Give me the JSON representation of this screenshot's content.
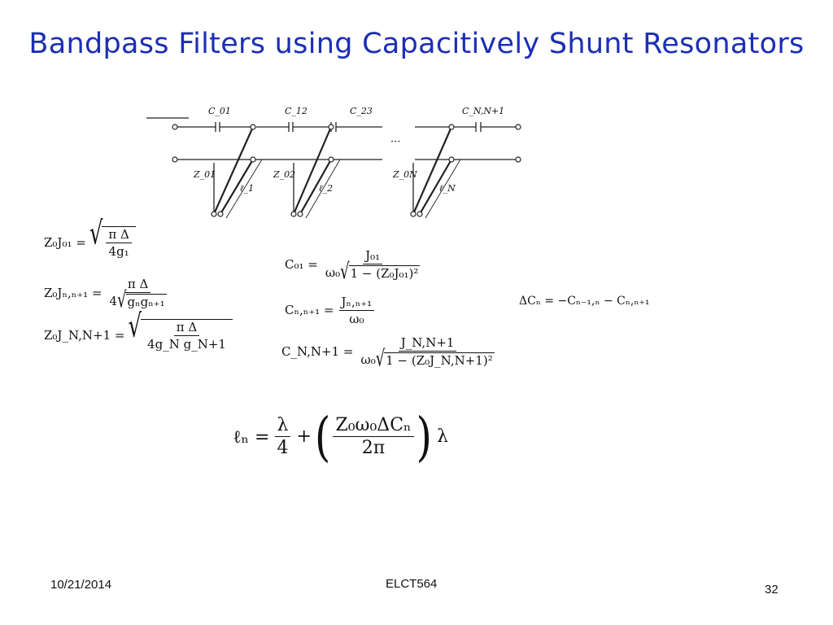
{
  "title": "Bandpass Filters using Capacitively Shunt Resonators",
  "diagram": {
    "capacitor_labels": [
      "C_01",
      "C_12",
      "C_23",
      "C_N,N+1"
    ],
    "impedance_labels": [
      "Z_01",
      "Z_02",
      "Z_0N"
    ],
    "length_labels": [
      "ℓ_1",
      "ℓ_2",
      "ℓ_N"
    ],
    "ellipsis": "···"
  },
  "equations": {
    "zj01_lhs": "Z₀J₀₁ =",
    "zj01_num": "π Δ",
    "zj01_den": "4g₁",
    "zjn_lhs": "Z₀Jₙ,ₙ₊₁ =",
    "zjn_num": "π Δ",
    "zjn_den_pre": "4",
    "zjn_den_rad": "gₙgₙ₊₁",
    "zjN_lhs": "Z₀J_N,N+1 =",
    "zjN_num": "π Δ",
    "zjN_den": "4g_N g_N+1",
    "c01_lhs": "C₀₁ =",
    "c01_num": "J₀₁",
    "c01_den_pre": "ω₀",
    "c01_den_rad": "1 − (Z₀J₀₁)²",
    "cn_lhs": "Cₙ,ₙ₊₁ =",
    "cn_num": "Jₙ,ₙ₊₁",
    "cn_den": "ω₀",
    "cN_lhs": "C_N,N+1 =",
    "cN_num": "J_N,N+1",
    "cN_den_pre": "ω₀",
    "cN_den_rad": "1 − (Z₀J_N,N+1)²",
    "delta_cn": "ΔCₙ = −Cₙ₋₁,ₙ − Cₙ,ₙ₊₁",
    "ln_lhs": "ℓₙ =",
    "ln_frac1_num": "λ",
    "ln_frac1_den": "4",
    "ln_plus": "+",
    "ln_frac2_num": "Z₀ω₀ΔCₙ",
    "ln_frac2_den": "2π",
    "ln_tail": "λ"
  },
  "footer": {
    "date": "10/21/2014",
    "course": "ELCT564",
    "page": "32"
  }
}
